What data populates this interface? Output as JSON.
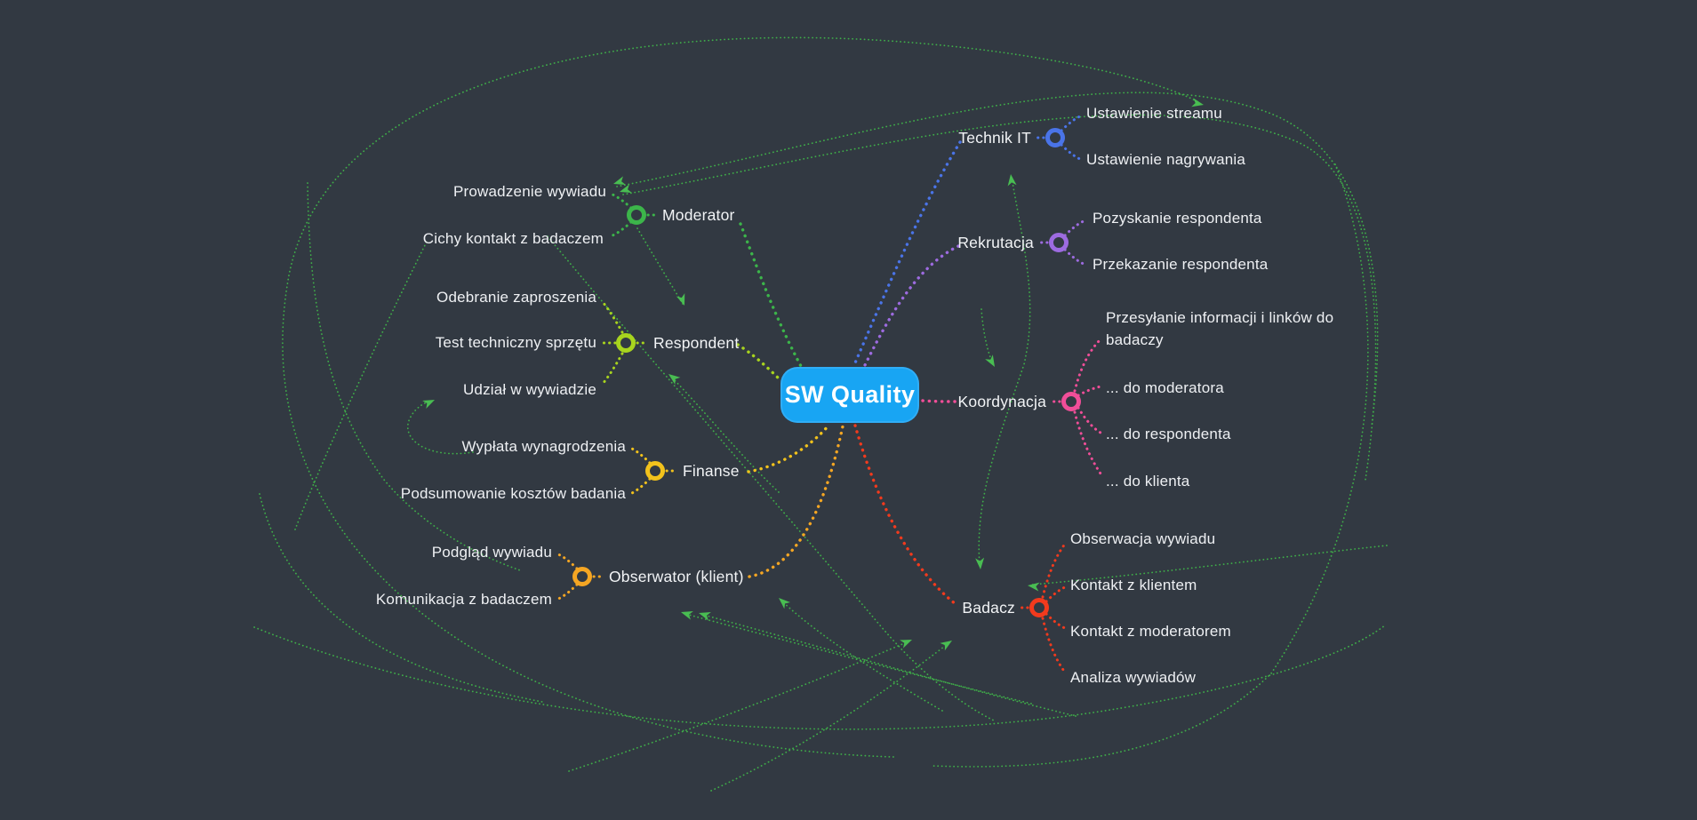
{
  "canvas": {
    "background_color": "#323942",
    "relation_line_color": "#3fae49",
    "text_color": "#eef0f3"
  },
  "root": {
    "label": "SW Quality",
    "color": "#18a5f3"
  },
  "topics": [
    {
      "id": "moderator",
      "label": "Moderator",
      "color": "#3cb54a",
      "children": [
        "Prowadzenie wywiadu",
        "Cichy kontakt z badaczem"
      ]
    },
    {
      "id": "respondent",
      "label": "Respondent",
      "color": "#a8d41e",
      "children": [
        "Odebranie zaproszenia",
        "Test techniczny sprzętu",
        "Udział w wywiadzie"
      ]
    },
    {
      "id": "finanse",
      "label": "Finanse",
      "color": "#f2c21c",
      "children": [
        "Wypłata wynagrodzenia",
        "Podsumowanie kosztów badania"
      ]
    },
    {
      "id": "obserwator",
      "label": "Obserwator (klient)",
      "color": "#f5a623",
      "children": [
        "Podgląd wywiadu",
        "Komunikacja z badaczem"
      ]
    },
    {
      "id": "technik-it",
      "label": "Technik IT",
      "color": "#4a74e8",
      "children": [
        "Ustawienie streamu",
        "Ustawienie nagrywania"
      ]
    },
    {
      "id": "rekrutacja",
      "label": "Rekrutacja",
      "color": "#9d6be0",
      "children": [
        "Pozyskanie respondenta",
        "Przekazanie respondenta"
      ]
    },
    {
      "id": "koordynacja",
      "label": "Koordynacja",
      "color": "#f04e98",
      "children": [
        "Przesyłanie informacji i linków do badaczy",
        "... do moderatora",
        "... do respondenta",
        "... do klienta"
      ]
    },
    {
      "id": "badacz",
      "label": "Badacz",
      "color": "#f23a1d",
      "children": [
        "Obserwacja wywiadu",
        "Kontakt z klientem",
        "Kontakt z moderatorem",
        "Analiza wywiadów"
      ]
    }
  ]
}
